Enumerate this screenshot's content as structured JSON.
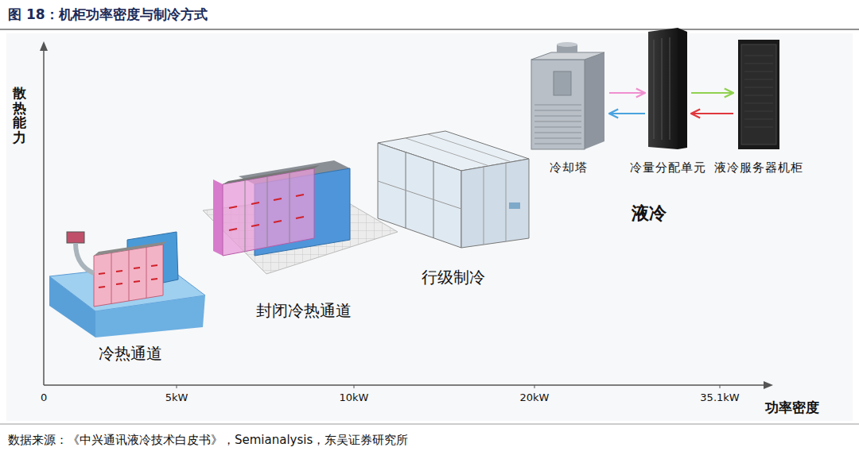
{
  "diagram": {
    "title": "图 18：机柜功率密度与制冷方式",
    "caption": "数据来源：《中兴通讯液冷技术白皮书》，Semianalysis，东吴证券研究所",
    "nodes": [
      {
        "text": [
          "冷却塔"
        ]
      },
      {
        "text": [
          "冷量分配单元"
        ]
      },
      {
        "text": [
          "液冷服务器机柜"
        ]
      }
    ],
    "edges": [
      {
        "from": 0,
        "to": 1,
        "arrow": "to"
      },
      {
        "from": 1,
        "to": 0,
        "arrow": "to"
      },
      {
        "from": 1,
        "to": 2,
        "arrow": "to"
      },
      {
        "from": 2,
        "to": 1,
        "arrow": "to"
      }
    ],
    "labels": [
      "散热能力",
      "0",
      "5kW",
      "10kW",
      "20kW",
      "35.1kW",
      "功率密度",
      "冷热通道",
      "封闭冷热通道",
      "行级制冷",
      "液冷"
    ]
  }
}
